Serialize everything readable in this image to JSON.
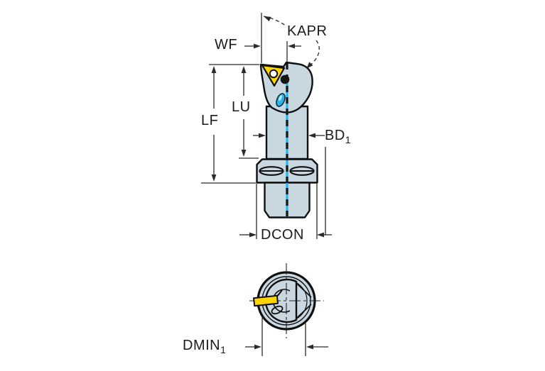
{
  "diagram": {
    "labels": {
      "kapr": "KAPR",
      "wf": "WF",
      "lf": "LF",
      "lu": "LU",
      "bd": "BD",
      "bd_sub": "1",
      "dcon": "DCON",
      "dmin": "DMIN",
      "dmin_sub": "1"
    },
    "colors": {
      "background": "#ffffff",
      "body_fill": "#c9d7e1",
      "outline": "#0f0f0f",
      "insert_yellow": "#ffd503",
      "coolant_cyan": "#2ab5e8",
      "dimension_line": "#2b2b2b"
    }
  }
}
